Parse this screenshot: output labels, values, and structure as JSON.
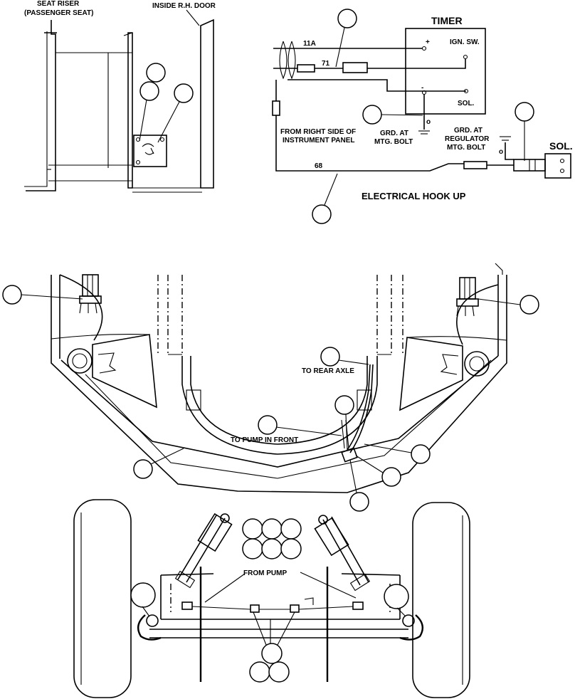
{
  "labels": {
    "seat_riser_1": "SEAT RISER",
    "seat_riser_2": "(PASSENGER SEAT)",
    "inside_door": "INSIDE R.H. DOOR",
    "timer": "TIMER",
    "wire_11a": "11A",
    "wire_71": "71",
    "ign_sw": "IGN. SW.",
    "sol_terminal": "SOL.",
    "plus": "+",
    "minus": "-",
    "from_right_1": "FROM RIGHT SIDE OF",
    "from_right_2": "INSTRUMENT PANEL",
    "grd_mtg_1": "GRD. AT",
    "grd_mtg_2": "MTG. BOLT",
    "grd_reg_1": "GRD. AT",
    "grd_reg_2": "REGULATOR",
    "grd_reg_3": "MTG. BOLT",
    "wire_68": "68",
    "sol_box": "SOL.",
    "electrical_hookup": "ELECTRICAL HOOK UP",
    "to_rear_axle": "TO REAR AXLE",
    "to_pump_front": "TO PUMP IN FRONT",
    "from_pump": "FROM PUMP"
  }
}
